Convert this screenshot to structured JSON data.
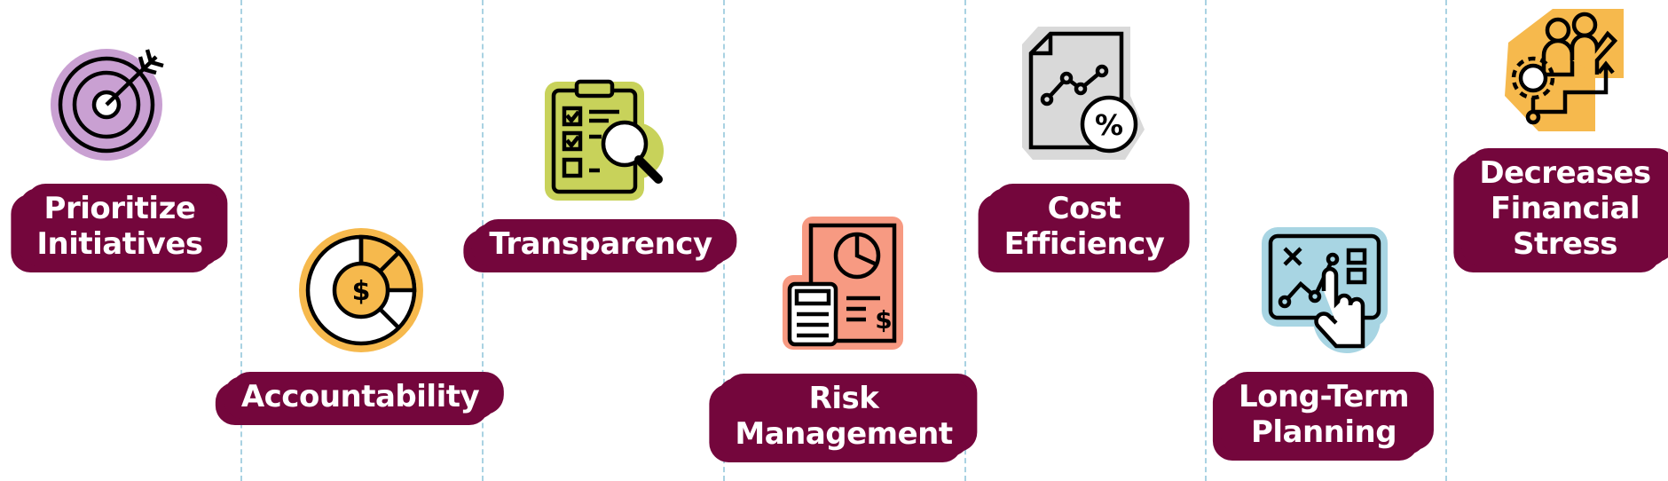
{
  "items": [
    {
      "id": "prioritize",
      "lines": [
        "Prioritize",
        "Initiatives"
      ],
      "icon": "target-arrow-icon",
      "icon_color": "#c9a0d2"
    },
    {
      "id": "accountability",
      "lines": [
        "Accountability"
      ],
      "icon": "dollar-donut-chart-icon",
      "icon_color": "#f6b94d"
    },
    {
      "id": "transparency",
      "lines": [
        "Transparency"
      ],
      "icon": "checklist-magnifier-icon",
      "icon_color": "#c8d25a"
    },
    {
      "id": "risk",
      "lines": [
        "Risk",
        "Management"
      ],
      "icon": "report-calculator-icon",
      "icon_color": "#f79a82"
    },
    {
      "id": "cost",
      "lines": [
        "Cost",
        "Efficiency"
      ],
      "icon": "document-percent-icon",
      "icon_color": "#d9d9d9"
    },
    {
      "id": "planning",
      "lines": [
        "Long-Term",
        "Planning"
      ],
      "icon": "strategy-board-hand-icon",
      "icon_color": "#a8d5e3"
    },
    {
      "id": "stress",
      "lines": [
        "Decreases",
        "Financial",
        "Stress"
      ],
      "icon": "team-gear-growth-icon",
      "icon_color": "#f6b94d"
    }
  ],
  "colors": {
    "label_bg": "#74063c",
    "label_text": "#ffffff",
    "divider": "#a9d2e2"
  }
}
